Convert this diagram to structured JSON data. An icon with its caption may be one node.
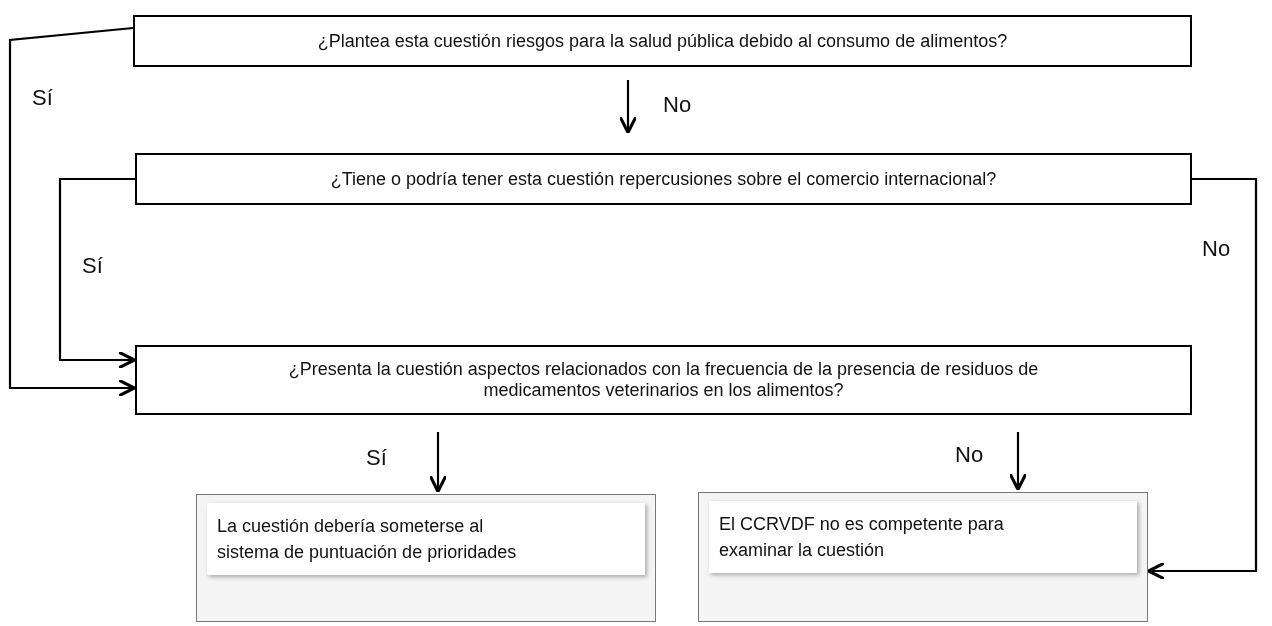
{
  "diagram": {
    "nodes": [
      {
        "text": [
          "¿Plantea esta cuestión riesgos para la salud pública debido al consumo de alimentos?"
        ]
      },
      {
        "text": [
          "¿Tiene o podría tener esta cuestión repercusiones sobre el comercio internacional?"
        ]
      },
      {
        "text": [
          "¿Presenta la cuestión aspectos relacionados con la frecuencia de la presencia de residuos de medicamentos veterinarios en los alimentos?"
        ]
      },
      {
        "text": [
          "La cuestión debería someterse al sistema de puntuación de prioridades"
        ]
      },
      {
        "text": [
          "El CCRVDF no es competente para examinar la cuestión"
        ]
      }
    ],
    "edges": [
      {
        "from": 0,
        "to": 1,
        "arrow": "to",
        "label": "No"
      },
      {
        "from": 0,
        "to": 2,
        "arrow": "to",
        "label": "Sí"
      },
      {
        "from": 1,
        "to": 2,
        "arrow": "to",
        "label": "Sí"
      },
      {
        "from": 1,
        "to": 4,
        "arrow": "to",
        "label": "No"
      },
      {
        "from": 2,
        "to": 3,
        "arrow": "to",
        "label": "Sí"
      },
      {
        "from": 2,
        "to": 4,
        "arrow": "to",
        "label": "No"
      }
    ]
  }
}
